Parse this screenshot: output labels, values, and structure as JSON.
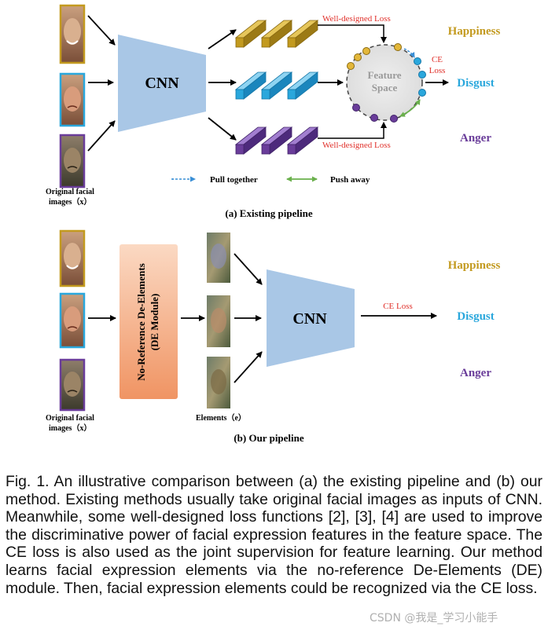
{
  "panel_a": {
    "cnn_label": "CNN",
    "feature_space_label_1": "Feature",
    "feature_space_label_2": "Space",
    "loss_top": "Well-designed Loss",
    "loss_bottom": "Well-designed Loss",
    "ce_loss_1": "CE",
    "ce_loss_2": "Loss",
    "input_label_1": "Original facial",
    "input_label_2": "images（x）",
    "legend_pull": "Pull together",
    "legend_push": "Push away",
    "subtitle": "(a) Existing pipeline"
  },
  "panel_b": {
    "de_module_1": "No-Reference De-Elements",
    "de_module_2": "(DE Module)",
    "cnn_label": "CNN",
    "ce_loss": "CE Loss",
    "input_label_1": "Original facial",
    "input_label_2": "images（x）",
    "elements_label": "Elements（e）",
    "subtitle": "(b) Our pipeline"
  },
  "classes": {
    "happiness": "Happiness",
    "disgust": "Disgust",
    "anger": "Anger"
  },
  "colors": {
    "happiness": "#c39a1f",
    "disgust": "#2aa7dc",
    "anger": "#6a3d9a",
    "cnn": "#a9c7e6",
    "de_module": "#f3a57a",
    "loss_text": "#e0302a"
  },
  "caption": "Fig. 1. An illustrative comparison between (a) the existing pipeline and (b) our method. Existing methods usually take original facial images as inputs of CNN. Meanwhile, some well-designed loss functions [2], [3], [4] are used to improve the discriminative power of facial expression features in the feature space. The CE loss is also used as the joint supervision for feature learning. Our method learns facial expression elements via the no-reference De-Elements (DE) module. Then, facial expression elements could be recognized via the CE loss.",
  "watermark": "CSDN @我是_学习小能手"
}
